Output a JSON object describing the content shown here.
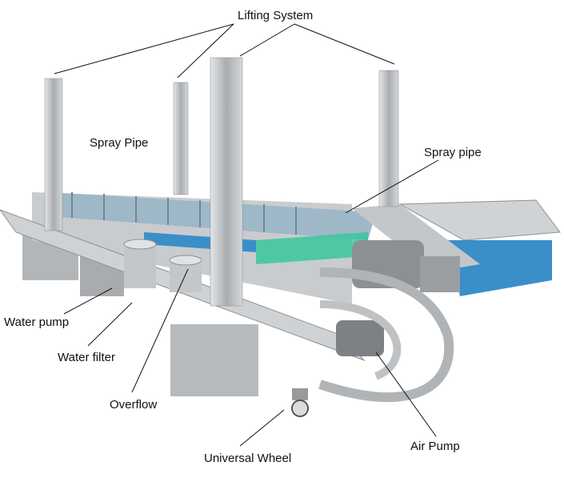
{
  "labels": {
    "lifting_system": "Lifting System",
    "spray_pipe_left": "Spray Pipe",
    "spray_pipe_right": "Spray pipe",
    "water_pump": "Water pump",
    "water_filter": "Water filter",
    "overflow": "Overflow",
    "universal_wheel": "Universal Wheel",
    "air_pump": "Air Pump"
  },
  "colors": {
    "steel": "#b9bcbf",
    "steel_dark": "#8c9094",
    "belt_blue": "#3a8fc8",
    "belt_green": "#2fc79a"
  }
}
